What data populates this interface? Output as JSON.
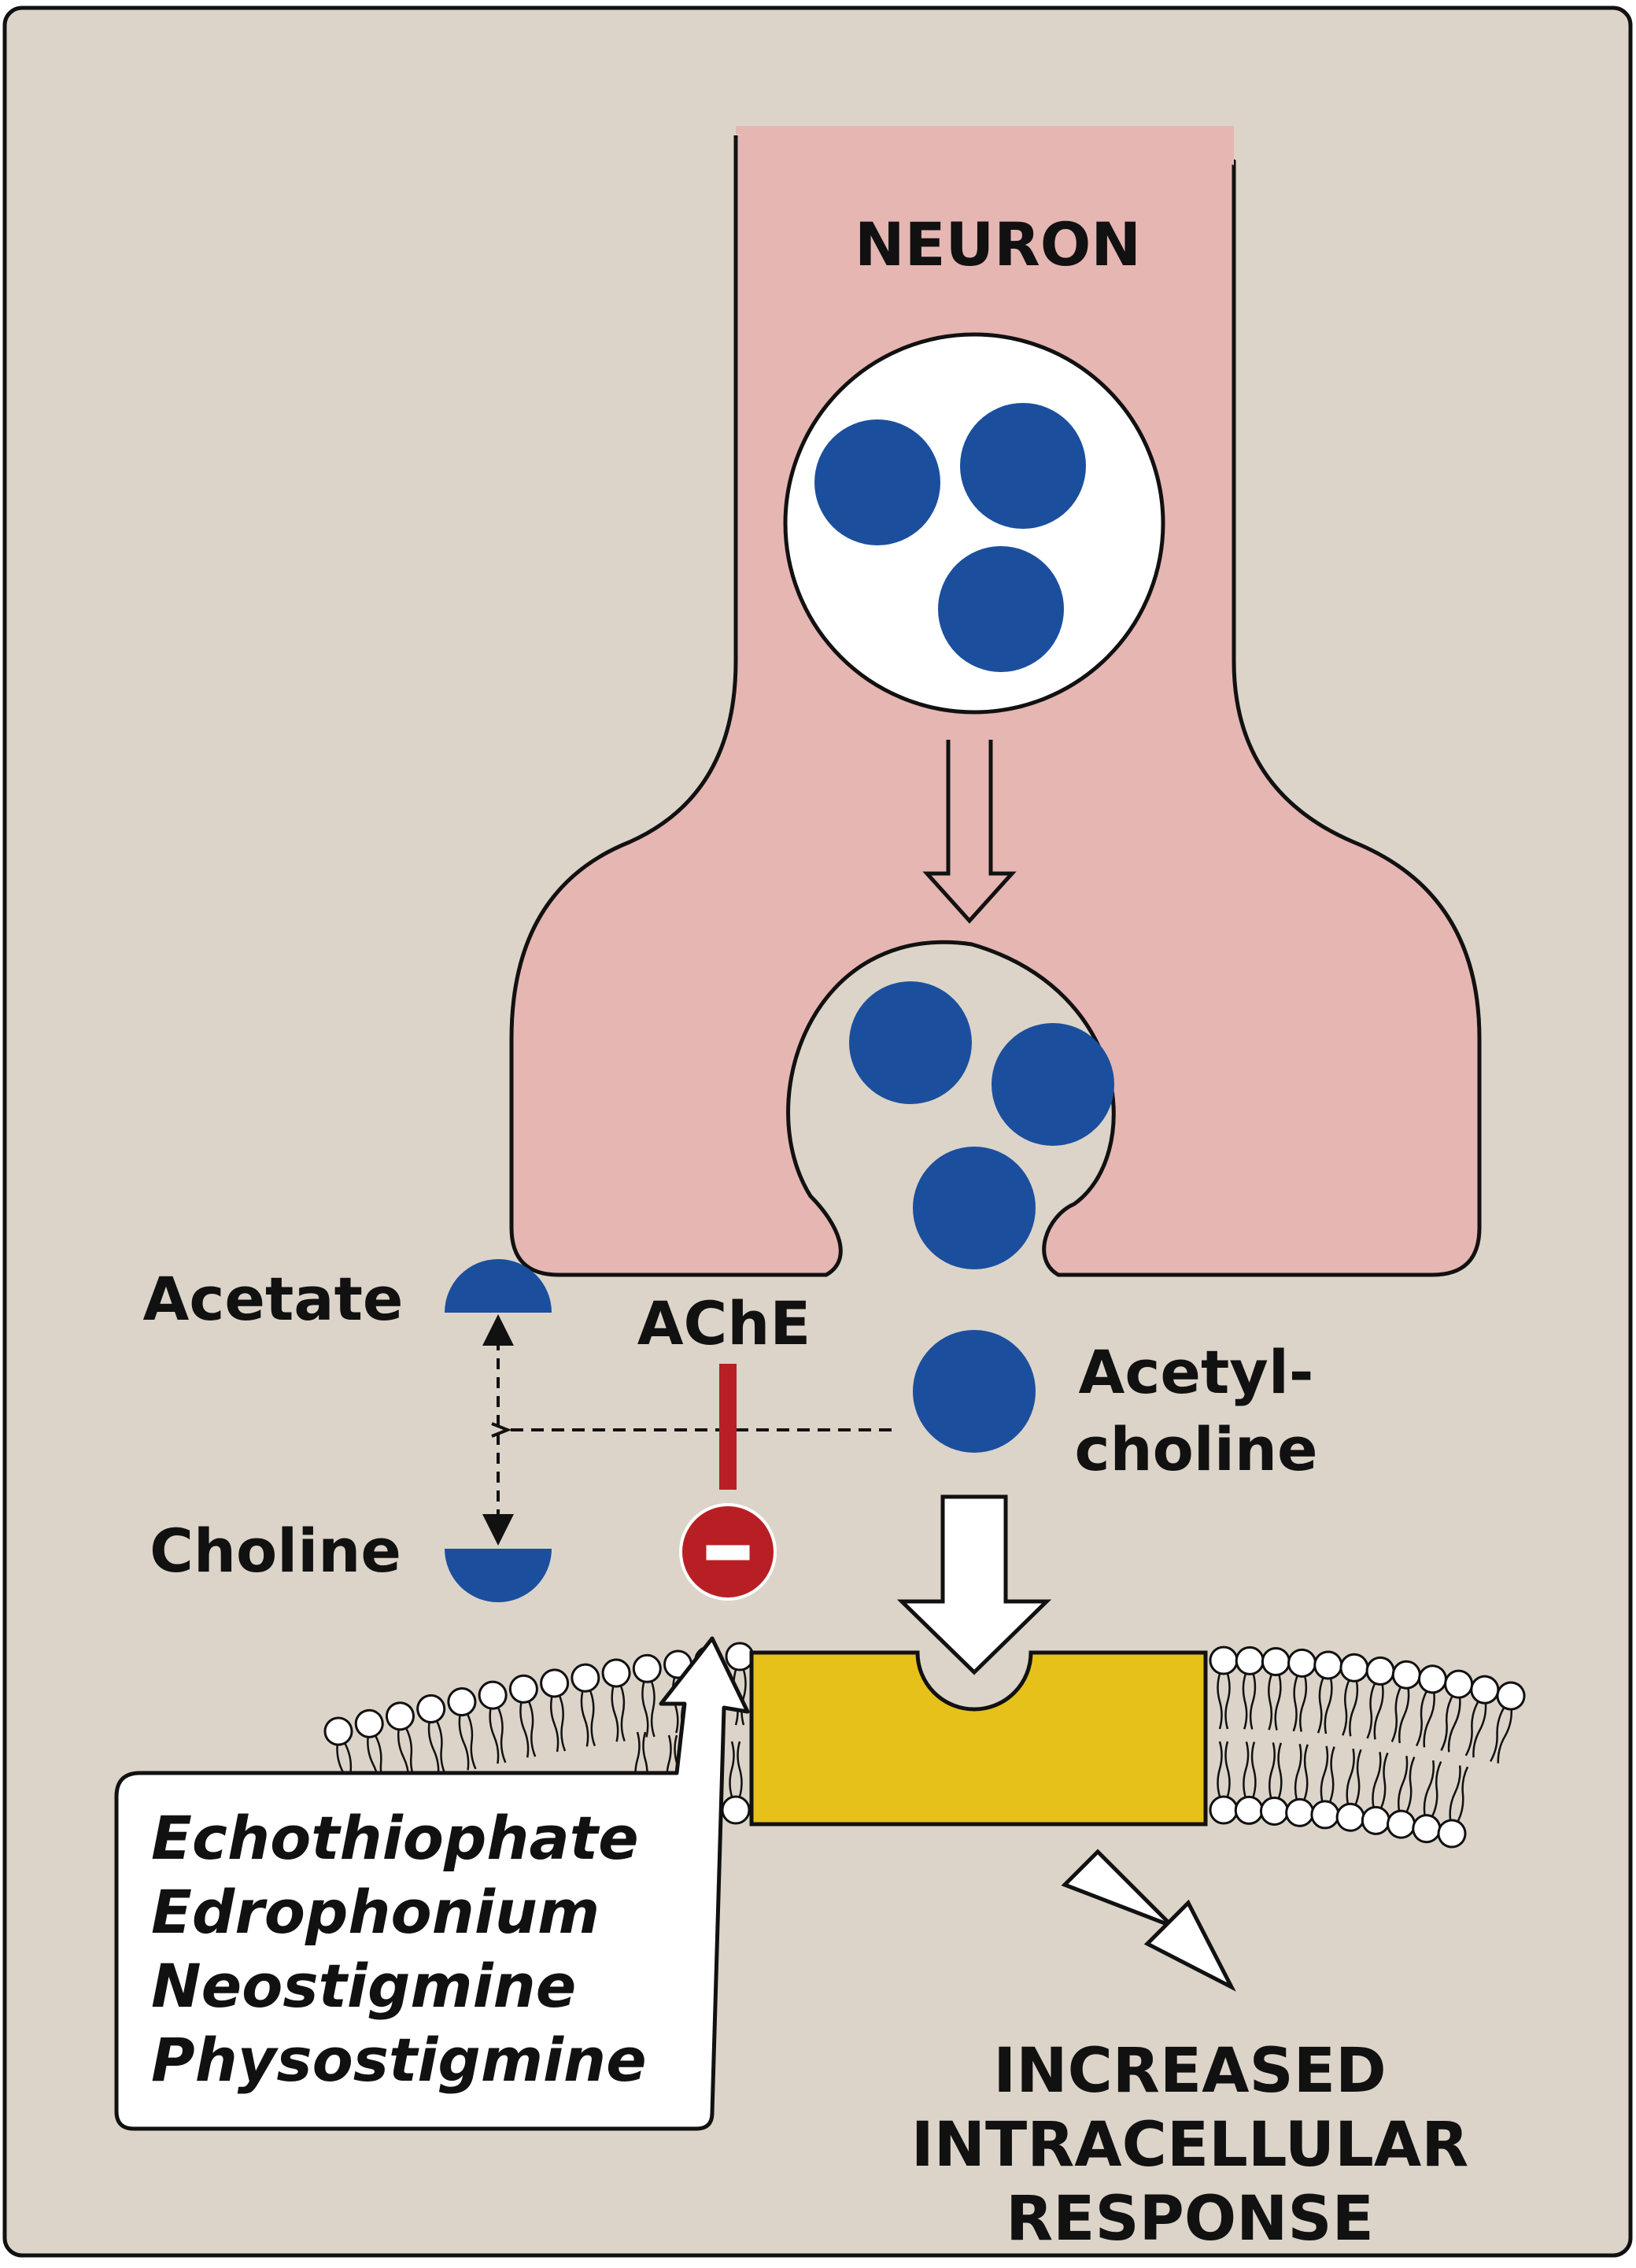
{
  "labels": {
    "neuron": "NEURON",
    "acetate": "Acetate",
    "choline": "Choline",
    "ache": "AChE",
    "acetylcholine_line1": "Acetyl-",
    "acetylcholine_line2": "choline",
    "response_line1": "INCREASED",
    "response_line2": "INTRACELLULAR",
    "response_line3": "RESPONSE"
  },
  "drugs": [
    "Echothiophate",
    "Edrophonium",
    "Neostigmine",
    "Physostigmine"
  ],
  "colors": {
    "background": "#dcd4c9",
    "neuron": "#e6b6b3",
    "acetylcholine": "#1b4f9e",
    "receptor": "#e6c11a",
    "inhibition": "#b81f24",
    "outline": "#111111"
  }
}
